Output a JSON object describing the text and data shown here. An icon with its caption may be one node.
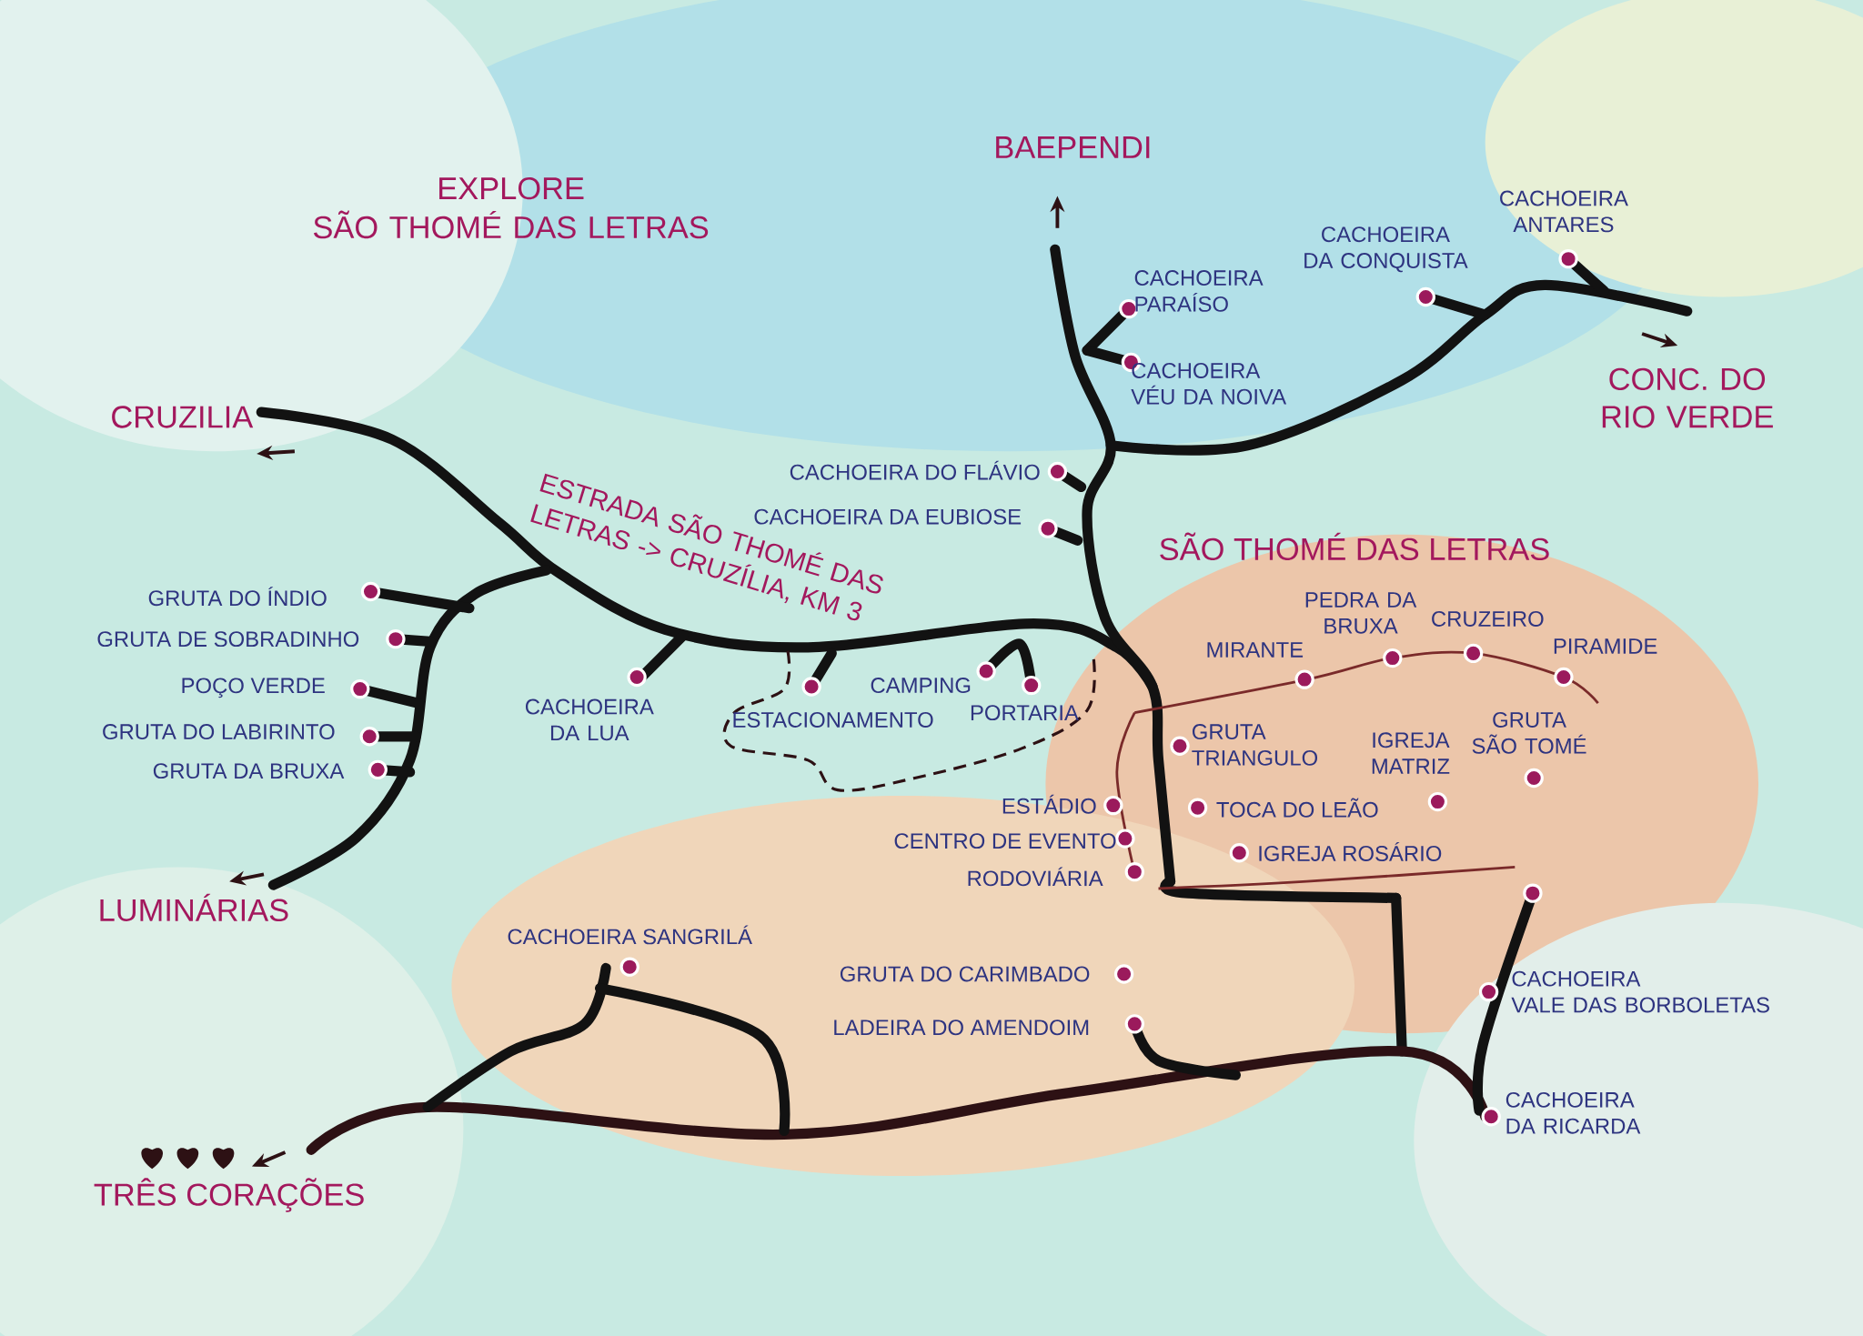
{
  "diagram": {
    "title": "EXPLORE SÃO THOMÉ DAS LETRAS",
    "labels": [
      "BAEPENDI",
      "CACHOEIRA ANTARES",
      "CACHOEIRA DA CONQUISTA",
      "CACHOEIRA PARAÍSO",
      "CACHOEIRA VÉU DA NOIVA",
      "CONC. DO RIO VERDE",
      "CRUZILIA",
      "CACHOEIRA DO FLÁVIO",
      "ESTRADA SÃO THOMÉ DAS LETRAS -> CRUZÍLIA, KM 3",
      "CACHOEIRA DA EUBIOSE",
      "SÃO THOMÉ DAS LETRAS",
      "GRUTA DO ÍNDIO",
      "PEDRA DA BRUXA",
      "CRUZEIRO",
      "GRUTA DE SOBRADINHO",
      "MIRANTE",
      "PIRAMIDE",
      "CAMPING",
      "POÇO VERDE",
      "CACHOEIRA DA LUA",
      "ESTACIONAMENTO",
      "PORTARIA",
      "GRUTA TRIANGULO",
      "IGREJA MATRIZ",
      "GRUTA SÃO TOMÉ",
      "GRUTA DO LABIRINTO",
      "GRUTA DA BRUXA",
      "ESTÁDIO",
      "TOCA DO LEÃO",
      "CENTRO DE EVENTO",
      "IGREJA ROSÁRIO",
      "RODOVIÁRIA",
      "LUMINÁRIAS",
      "CACHOEIRA SANGRILÁ",
      "GRUTA DO CARIMBADO",
      "CACHOEIRA VALE DAS BORBOLETAS",
      "LADEIRA DO AMENDOIM",
      "CACHOEIRA DA RICARDA",
      "TRÊS CORAÇÕES"
    ]
  }
}
